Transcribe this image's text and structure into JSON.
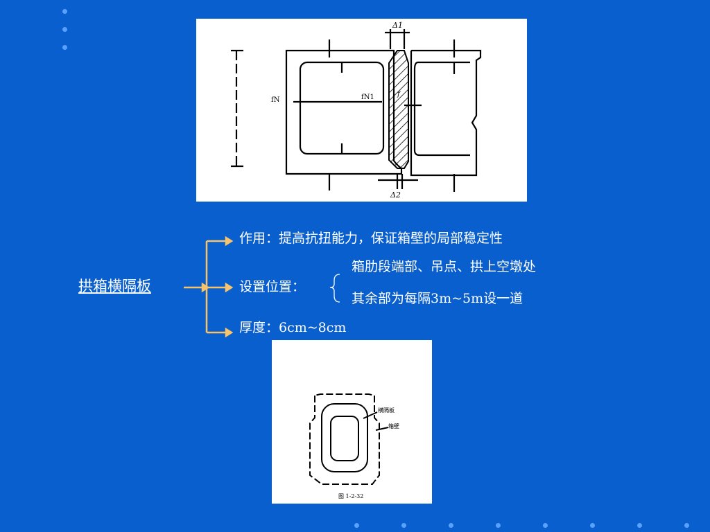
{
  "slide": {
    "main_label": "拱箱横隔板",
    "function_text": "作用：提高抗扭能力，保证箱壁的局部稳定性",
    "position_label": "设置位置：",
    "position_items": [
      "箱肋段端部、吊点、拱上空墩处",
      "其余部为每隔3m~5m设一道"
    ],
    "thickness_text": "厚度：6cm~8cm"
  },
  "colors": {
    "background": "#0a5fce",
    "arrow": "#f7c46b",
    "dots": "#5aa0ff"
  },
  "figure_top": {
    "labels": [
      "Δ1",
      "Δ2",
      "fN1",
      "fN",
      "f"
    ]
  },
  "figure_bottom": {
    "label_diaphragm": "横隔板",
    "label_wall": "箱壁",
    "caption": "图 1-2-32"
  }
}
